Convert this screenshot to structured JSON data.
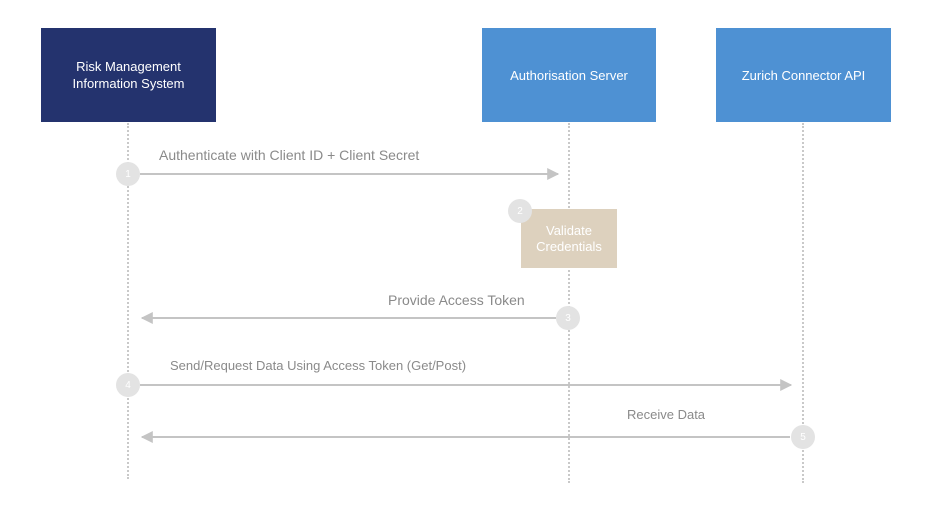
{
  "actors": [
    {
      "label": "Risk Management\nInformation System",
      "color": "#24336e"
    },
    {
      "label": "Authorisation Server",
      "color": "#4e91d3"
    },
    {
      "label": "Zurich Connector API",
      "color": "#4e91d3"
    }
  ],
  "messages": [
    {
      "step": "1",
      "label": "Authenticate with Client ID + Client Secret"
    },
    {
      "step": "2",
      "label": "Validate\nCredentials"
    },
    {
      "step": "3",
      "label": "Provide Access Token"
    },
    {
      "step": "4",
      "label": "Send/Request Data Using Access Token (Get/Post)"
    },
    {
      "step": "5",
      "label": "Receive Data"
    }
  ],
  "colors": {
    "arrow": "#c4c4c4",
    "step_circle": "#e3e3e3",
    "process_box": "#ddd1be"
  }
}
